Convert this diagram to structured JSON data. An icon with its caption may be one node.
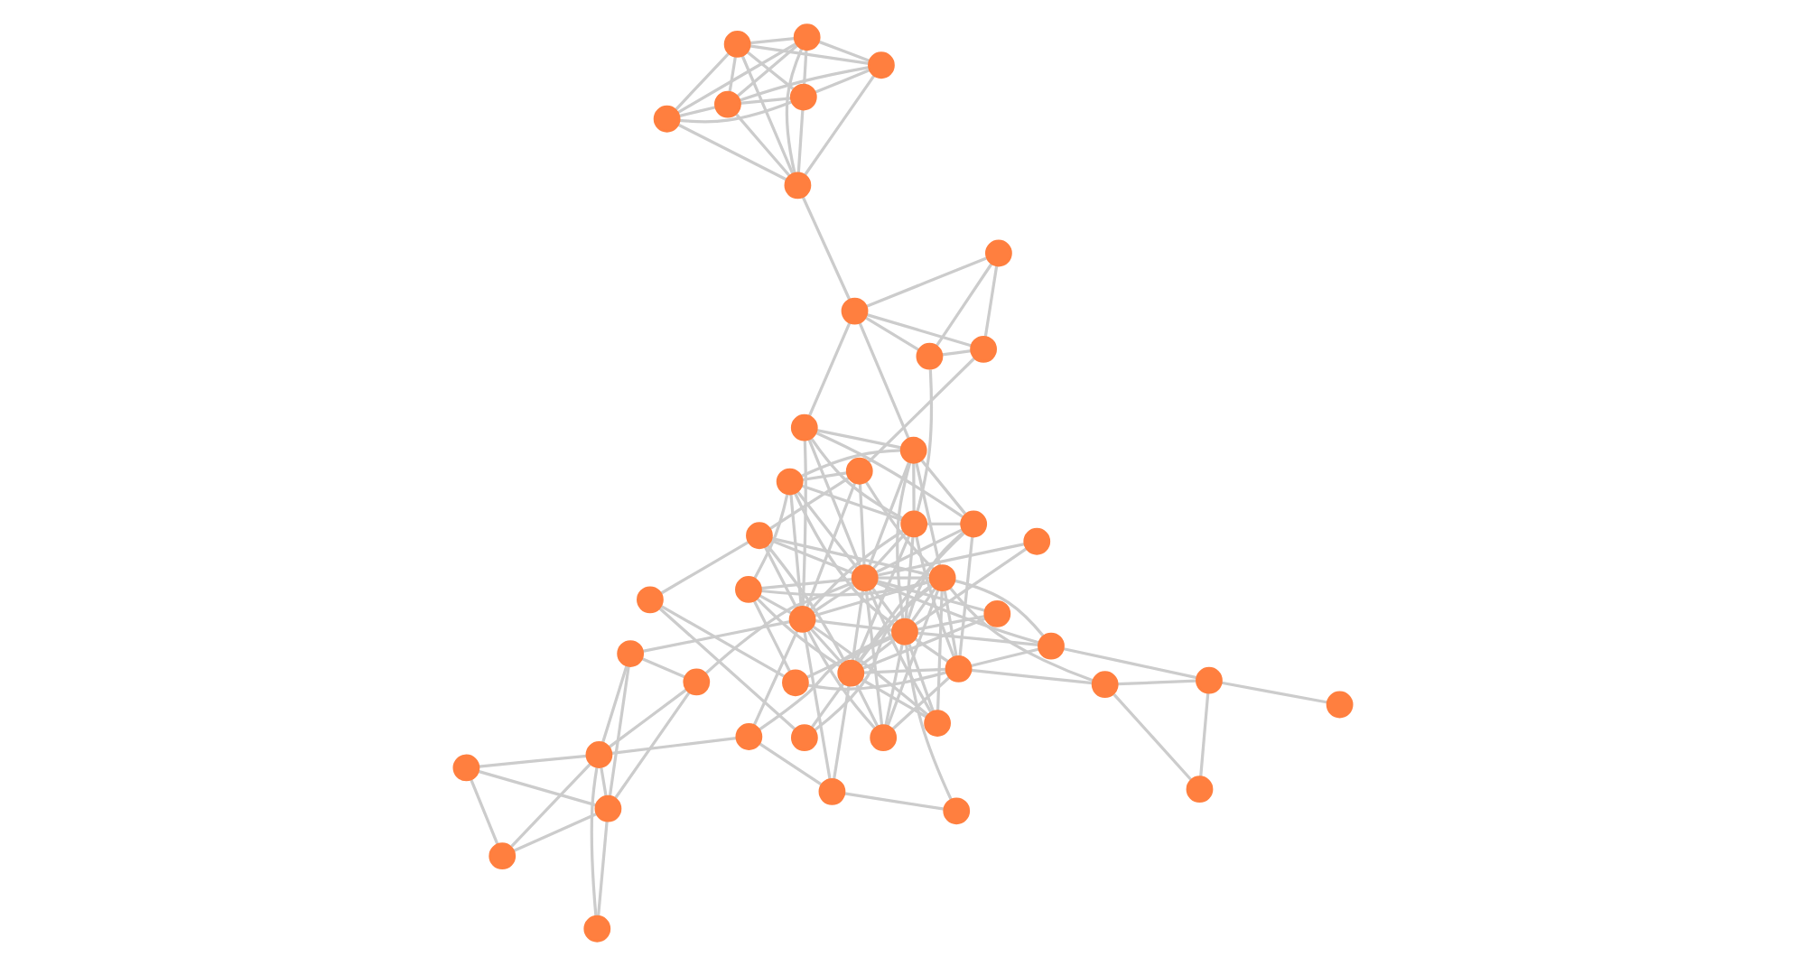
{
  "diagram": {
    "nodes": [
      {
        "text": [],
        "shape": "circle"
      },
      {
        "text": [],
        "shape": "circle"
      },
      {
        "text": [],
        "shape": "circle"
      },
      {
        "text": [],
        "shape": "circle"
      },
      {
        "text": [],
        "shape": "circle"
      },
      {
        "text": [],
        "shape": "circle"
      },
      {
        "text": [],
        "shape": "circle"
      },
      {
        "text": [],
        "shape": "circle"
      },
      {
        "text": [],
        "shape": "circle"
      },
      {
        "text": [],
        "shape": "circle"
      },
      {
        "text": [],
        "shape": "circle"
      },
      {
        "text": [],
        "shape": "circle"
      },
      {
        "text": [],
        "shape": "circle"
      },
      {
        "text": [],
        "shape": "circle"
      },
      {
        "text": [],
        "shape": "circle"
      },
      {
        "text": [],
        "shape": "circle"
      },
      {
        "text": [],
        "shape": "circle"
      },
      {
        "text": [],
        "shape": "circle"
      },
      {
        "text": [],
        "shape": "circle"
      },
      {
        "text": [],
        "shape": "circle"
      },
      {
        "text": [],
        "shape": "circle"
      },
      {
        "text": [],
        "shape": "circle"
      },
      {
        "text": [],
        "shape": "circle"
      },
      {
        "text": [],
        "shape": "circle"
      },
      {
        "text": [],
        "shape": "circle"
      },
      {
        "text": [],
        "shape": "circle"
      },
      {
        "text": [],
        "shape": "circle"
      },
      {
        "text": [],
        "shape": "circle"
      },
      {
        "text": [],
        "shape": "circle"
      },
      {
        "text": [],
        "shape": "circle"
      },
      {
        "text": [],
        "shape": "circle"
      },
      {
        "text": [],
        "shape": "circle"
      },
      {
        "text": [],
        "shape": "circle"
      },
      {
        "text": [],
        "shape": "circle"
      },
      {
        "text": [],
        "shape": "circle"
      },
      {
        "text": [],
        "shape": "circle"
      },
      {
        "text": [],
        "shape": "circle"
      },
      {
        "text": [],
        "shape": "circle"
      },
      {
        "text": [],
        "shape": "circle"
      },
      {
        "text": [],
        "shape": "circle"
      },
      {
        "text": [],
        "shape": "circle"
      },
      {
        "text": [],
        "shape": "circle"
      },
      {
        "text": [],
        "shape": "circle"
      },
      {
        "text": [],
        "shape": "circle"
      },
      {
        "text": [],
        "shape": "circle"
      },
      {
        "text": [],
        "shape": "circle"
      },
      {
        "text": [],
        "shape": "circle"
      }
    ],
    "edges": [
      {
        "from": 0,
        "to": 1,
        "arrow": "none"
      },
      {
        "from": 0,
        "to": 3,
        "arrow": "none"
      },
      {
        "from": 0,
        "to": 4,
        "arrow": "none"
      },
      {
        "from": 1,
        "to": 12,
        "arrow": "none"
      },
      {
        "from": 1,
        "to": 17,
        "arrow": "none"
      },
      {
        "from": 3,
        "to": 5,
        "arrow": "none"
      },
      {
        "from": 3,
        "to": 14,
        "arrow": "none"
      },
      {
        "from": 3,
        "to": 15,
        "arrow": "none"
      },
      {
        "from": 4,
        "to": 12,
        "arrow": "none"
      },
      {
        "from": 4,
        "to": 17,
        "arrow": "none"
      },
      {
        "from": 4,
        "to": 19,
        "arrow": "none"
      },
      {
        "from": 4,
        "to": 21,
        "arrow": "none"
      },
      {
        "from": 4,
        "to": 27,
        "arrow": "none"
      },
      {
        "from": 5,
        "to": 12,
        "arrow": "none"
      },
      {
        "from": 5,
        "to": 19,
        "arrow": "none"
      },
      {
        "from": 5,
        "to": 21,
        "arrow": "none"
      },
      {
        "from": 5,
        "to": 17,
        "arrow": "none"
      },
      {
        "from": 5,
        "to": 25,
        "arrow": "none"
      },
      {
        "from": 6,
        "to": 15,
        "arrow": "none"
      },
      {
        "from": 6,
        "to": 19,
        "arrow": "none"
      },
      {
        "from": 8,
        "to": 22,
        "arrow": "none"
      },
      {
        "from": 8,
        "to": 15,
        "arrow": "none"
      },
      {
        "from": 10,
        "to": 15,
        "arrow": "none"
      },
      {
        "from": 10,
        "to": 17,
        "arrow": "none"
      },
      {
        "from": 10,
        "to": 19,
        "arrow": "none"
      },
      {
        "from": 16,
        "to": 15,
        "arrow": "none"
      },
      {
        "from": 16,
        "to": 21,
        "arrow": "none"
      },
      {
        "from": 16,
        "to": 22,
        "arrow": "none"
      },
      {
        "from": 16,
        "to": 29,
        "arrow": "none"
      },
      {
        "from": 17,
        "to": 22,
        "arrow": "none"
      },
      {
        "from": 20,
        "to": 15,
        "arrow": "none"
      },
      {
        "from": 20,
        "to": 17,
        "arrow": "none"
      },
      {
        "from": 20,
        "to": 19,
        "arrow": "none"
      },
      {
        "from": 20,
        "to": 12,
        "arrow": "none"
      },
      {
        "from": 21,
        "to": 22,
        "arrow": "none"
      },
      {
        "from": 19,
        "to": 26,
        "arrow": "none"
      },
      {
        "from": 26,
        "to": 32,
        "arrow": "none"
      },
      {
        "from": 26,
        "to": 29,
        "arrow": "none"
      },
      {
        "from": 26,
        "to": 36,
        "arrow": "none"
      },
      {
        "from": 21,
        "to": 32,
        "arrow": "none"
      },
      {
        "from": 32,
        "to": 29,
        "arrow": "none"
      },
      {
        "from": 32,
        "to": 36,
        "arrow": "none"
      },
      {
        "from": 29,
        "to": 30,
        "arrow": "none"
      },
      {
        "from": 29,
        "to": 36,
        "arrow": "none"
      },
      {
        "from": 29,
        "to": 34,
        "arrow": "none"
      },
      {
        "from": 29,
        "to": 37,
        "arrow": "none"
      },
      {
        "from": 30,
        "to": 36,
        "arrow": "none"
      },
      {
        "from": 30,
        "to": 37,
        "arrow": "none"
      },
      {
        "from": 34,
        "to": 36,
        "arrow": "none"
      },
      {
        "from": 36,
        "to": 37,
        "arrow": "none"
      },
      {
        "from": 2,
        "to": 7,
        "arrow": "none"
      },
      {
        "from": 2,
        "to": 13,
        "arrow": "none"
      },
      {
        "from": 7,
        "to": 13,
        "arrow": "none"
      },
      {
        "from": 7,
        "to": 14,
        "arrow": "none"
      },
      {
        "from": 7,
        "to": 12,
        "arrow": "none"
      },
      {
        "from": 11,
        "to": 13,
        "arrow": "none"
      },
      {
        "from": 13,
        "to": 18,
        "arrow": "none"
      },
      {
        "from": 18,
        "to": 12,
        "arrow": "none"
      },
      {
        "from": 18,
        "to": 15,
        "arrow": "none"
      },
      {
        "from": 18,
        "to": 19,
        "arrow": "none"
      },
      {
        "from": 18,
        "to": 14,
        "arrow": "none"
      },
      {
        "from": 9,
        "to": 14,
        "arrow": "none"
      },
      {
        "from": 9,
        "to": 15,
        "arrow": "none"
      },
      {
        "from": 9,
        "to": 17,
        "arrow": "none"
      },
      {
        "from": 9,
        "to": 19,
        "arrow": "none"
      },
      {
        "from": 9,
        "to": 12,
        "arrow": "none"
      },
      {
        "from": 9,
        "to": 21,
        "arrow": "none"
      },
      {
        "from": 14,
        "to": 12,
        "arrow": "none"
      },
      {
        "from": 14,
        "to": 15,
        "arrow": "none"
      },
      {
        "from": 14,
        "to": 17,
        "arrow": "none"
      },
      {
        "from": 14,
        "to": 23,
        "arrow": "none"
      },
      {
        "from": 14,
        "to": 24,
        "arrow": "none"
      },
      {
        "from": 12,
        "to": 15,
        "arrow": "none"
      },
      {
        "from": 12,
        "to": 17,
        "arrow": "none"
      },
      {
        "from": 12,
        "to": 19,
        "arrow": "none"
      },
      {
        "from": 12,
        "to": 21,
        "arrow": "none"
      },
      {
        "from": 12,
        "to": 27,
        "arrow": "none"
      },
      {
        "from": 12,
        "to": 28,
        "arrow": "none"
      },
      {
        "from": 15,
        "to": 19,
        "arrow": "none"
      },
      {
        "from": 15,
        "to": 17,
        "arrow": "none"
      },
      {
        "from": 15,
        "to": 21,
        "arrow": "none"
      },
      {
        "from": 15,
        "to": 23,
        "arrow": "none"
      },
      {
        "from": 15,
        "to": 24,
        "arrow": "none"
      },
      {
        "from": 15,
        "to": 28,
        "arrow": "none"
      },
      {
        "from": 17,
        "to": 19,
        "arrow": "none"
      },
      {
        "from": 17,
        "to": 21,
        "arrow": "none"
      },
      {
        "from": 17,
        "to": 23,
        "arrow": "none"
      },
      {
        "from": 17,
        "to": 24,
        "arrow": "none"
      },
      {
        "from": 19,
        "to": 23,
        "arrow": "none"
      },
      {
        "from": 19,
        "to": 24,
        "arrow": "none"
      },
      {
        "from": 19,
        "to": 21,
        "arrow": "none"
      },
      {
        "from": 19,
        "to": 27,
        "arrow": "none"
      },
      {
        "from": 19,
        "to": 28,
        "arrow": "none"
      },
      {
        "from": 19,
        "to": 31,
        "arrow": "none"
      },
      {
        "from": 19,
        "to": 25,
        "arrow": "none"
      },
      {
        "from": 21,
        "to": 25,
        "arrow": "none"
      },
      {
        "from": 21,
        "to": 31,
        "arrow": "none"
      },
      {
        "from": 21,
        "to": 27,
        "arrow": "none"
      },
      {
        "from": 21,
        "to": 24,
        "arrow": "none"
      },
      {
        "from": 21,
        "to": 20,
        "arrow": "none"
      },
      {
        "from": 23,
        "to": 24,
        "arrow": "none"
      },
      {
        "from": 23,
        "to": 28,
        "arrow": "none"
      },
      {
        "from": 23,
        "to": 31,
        "arrow": "none"
      },
      {
        "from": 24,
        "to": 28,
        "arrow": "none"
      },
      {
        "from": 24,
        "to": 31,
        "arrow": "none"
      },
      {
        "from": 24,
        "to": 25,
        "arrow": "none"
      },
      {
        "from": 25,
        "to": 27,
        "arrow": "none"
      },
      {
        "from": 25,
        "to": 15,
        "arrow": "none"
      },
      {
        "from": 25,
        "to": 28,
        "arrow": "none"
      },
      {
        "from": 28,
        "to": 31,
        "arrow": "none"
      },
      {
        "from": 28,
        "to": 39,
        "arrow": "none"
      },
      {
        "from": 27,
        "to": 35,
        "arrow": "none"
      },
      {
        "from": 31,
        "to": 39,
        "arrow": "none"
      },
      {
        "from": 33,
        "to": 24,
        "arrow": "none"
      },
      {
        "from": 33,
        "to": 35,
        "arrow": "none"
      },
      {
        "from": 33,
        "to": 38,
        "arrow": "none"
      },
      {
        "from": 33,
        "to": 39,
        "arrow": "none"
      },
      {
        "from": 35,
        "to": 38,
        "arrow": "none"
      },
      {
        "from": 35,
        "to": 39,
        "arrow": "none"
      },
      {
        "from": 38,
        "to": 39,
        "arrow": "none"
      },
      {
        "from": 39,
        "to": 40,
        "arrow": "none"
      },
      {
        "from": 40,
        "to": 41,
        "arrow": "none"
      },
      {
        "from": 40,
        "to": 42,
        "arrow": "none"
      },
      {
        "from": 40,
        "to": 43,
        "arrow": "none"
      },
      {
        "from": 40,
        "to": 44,
        "arrow": "none"
      },
      {
        "from": 40,
        "to": 45,
        "arrow": "none"
      },
      {
        "from": 40,
        "to": 46,
        "arrow": "none"
      },
      {
        "from": 41,
        "to": 42,
        "arrow": "none"
      },
      {
        "from": 41,
        "to": 43,
        "arrow": "none"
      },
      {
        "from": 41,
        "to": 44,
        "arrow": "none"
      },
      {
        "from": 41,
        "to": 45,
        "arrow": "none"
      },
      {
        "from": 41,
        "to": 46,
        "arrow": "none"
      },
      {
        "from": 42,
        "to": 43,
        "arrow": "none"
      },
      {
        "from": 42,
        "to": 45,
        "arrow": "none"
      },
      {
        "from": 42,
        "to": 46,
        "arrow": "none"
      },
      {
        "from": 43,
        "to": 44,
        "arrow": "none"
      },
      {
        "from": 43,
        "to": 45,
        "arrow": "none"
      },
      {
        "from": 43,
        "to": 46,
        "arrow": "none"
      },
      {
        "from": 44,
        "to": 45,
        "arrow": "none"
      },
      {
        "from": 44,
        "to": 46,
        "arrow": "none"
      },
      {
        "from": 45,
        "to": 46,
        "arrow": "none"
      }
    ]
  }
}
